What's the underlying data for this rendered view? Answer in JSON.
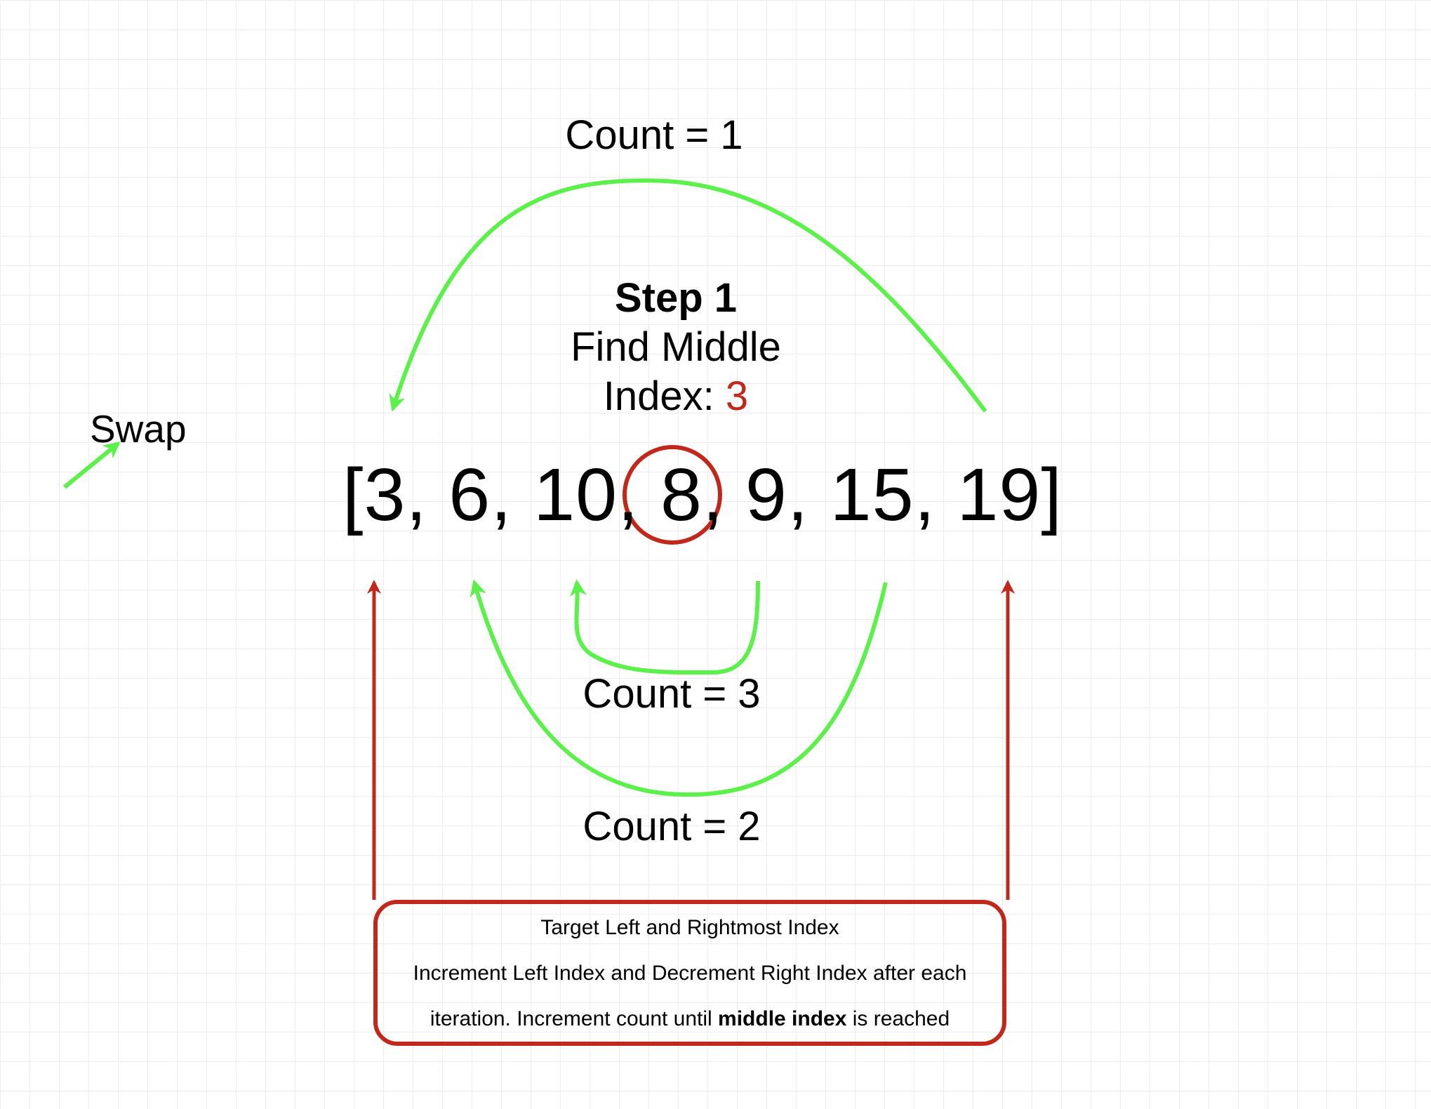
{
  "labels": {
    "swap": "Swap",
    "count_1": "Count = 1",
    "count_2": "Count = 2",
    "count_3": "Count = 3"
  },
  "step": {
    "title": "Step 1",
    "line1": "Find Middle",
    "index_label": "Index: ",
    "index_value": "3"
  },
  "array": {
    "text": "[3, 6, 10, 8, 9, 15, 19]"
  },
  "note": {
    "line1": "Target Left and Rightmost Index",
    "line2": "Increment Left Index and Decrement Right Index after each",
    "line3_before": "iteration. Increment count until ",
    "line3_bold": "middle index",
    "line3_after": " is reached"
  },
  "colors": {
    "green_arrow": "#5cf04a",
    "red_accent": "#c0281c"
  }
}
